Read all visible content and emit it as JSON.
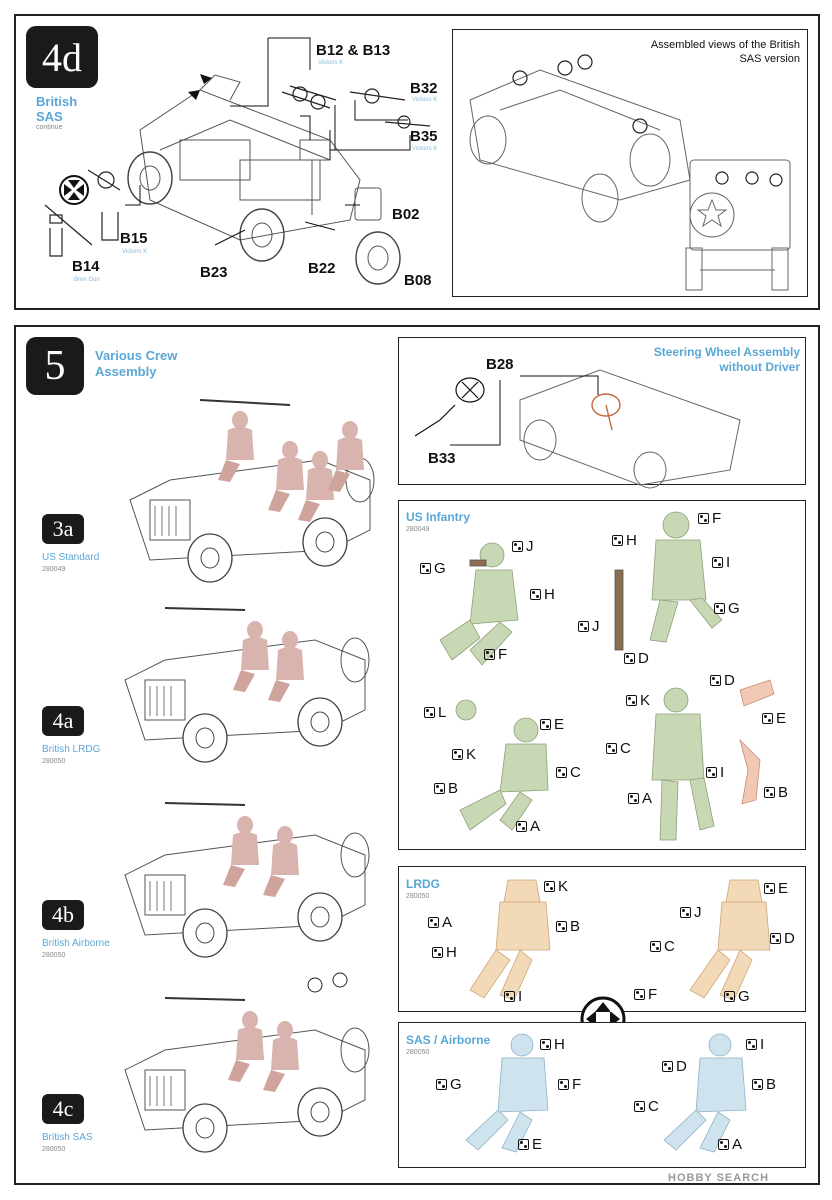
{
  "step4d": {
    "number": "4d",
    "title_line1": "British",
    "title_line2": "SAS",
    "subtitle": "continue",
    "assembled_caption": "Assembled views of the British SAS version",
    "parts": {
      "b12_b13": "B12 & B13",
      "b12_sub": "Vickers K",
      "b32": "B32",
      "b32_sub": "Vickers K",
      "b35": "B35",
      "b35_sub": "Vickers K",
      "b02": "B02",
      "b15": "B15",
      "b15_sub": "Vickers K",
      "b14": "B14",
      "b14_sub": "Bren Gun",
      "b23": "B23",
      "b22": "B22",
      "b08": "B08"
    }
  },
  "step5": {
    "number": "5",
    "title_line1": "Various Crew",
    "title_line2": "Assembly",
    "steering_title_line1": "Steering Wheel Assembly",
    "steering_title_line2": "without Driver",
    "b28": "B28",
    "b33": "B33",
    "versions": [
      {
        "badge": "3a",
        "name": "US Standard",
        "code": "280049"
      },
      {
        "badge": "4a",
        "name": "British LRDG",
        "code": "280050"
      },
      {
        "badge": "4b",
        "name": "British Airborne",
        "code": "280050"
      },
      {
        "badge": "4c",
        "name": "British SAS",
        "code": "280050"
      }
    ],
    "us_infantry": {
      "title": "US Infantry",
      "code": "280049"
    },
    "lrdg": {
      "title": "LRDG",
      "code": "280050"
    },
    "sas_airborne": {
      "title": "SAS / Airborne",
      "code": "280050"
    }
  },
  "watermark": "HOBBY SEARCH",
  "icons": [
    "rotate-arrows-icon",
    "part-sprue-icon",
    "four-way-arrows-icon"
  ]
}
